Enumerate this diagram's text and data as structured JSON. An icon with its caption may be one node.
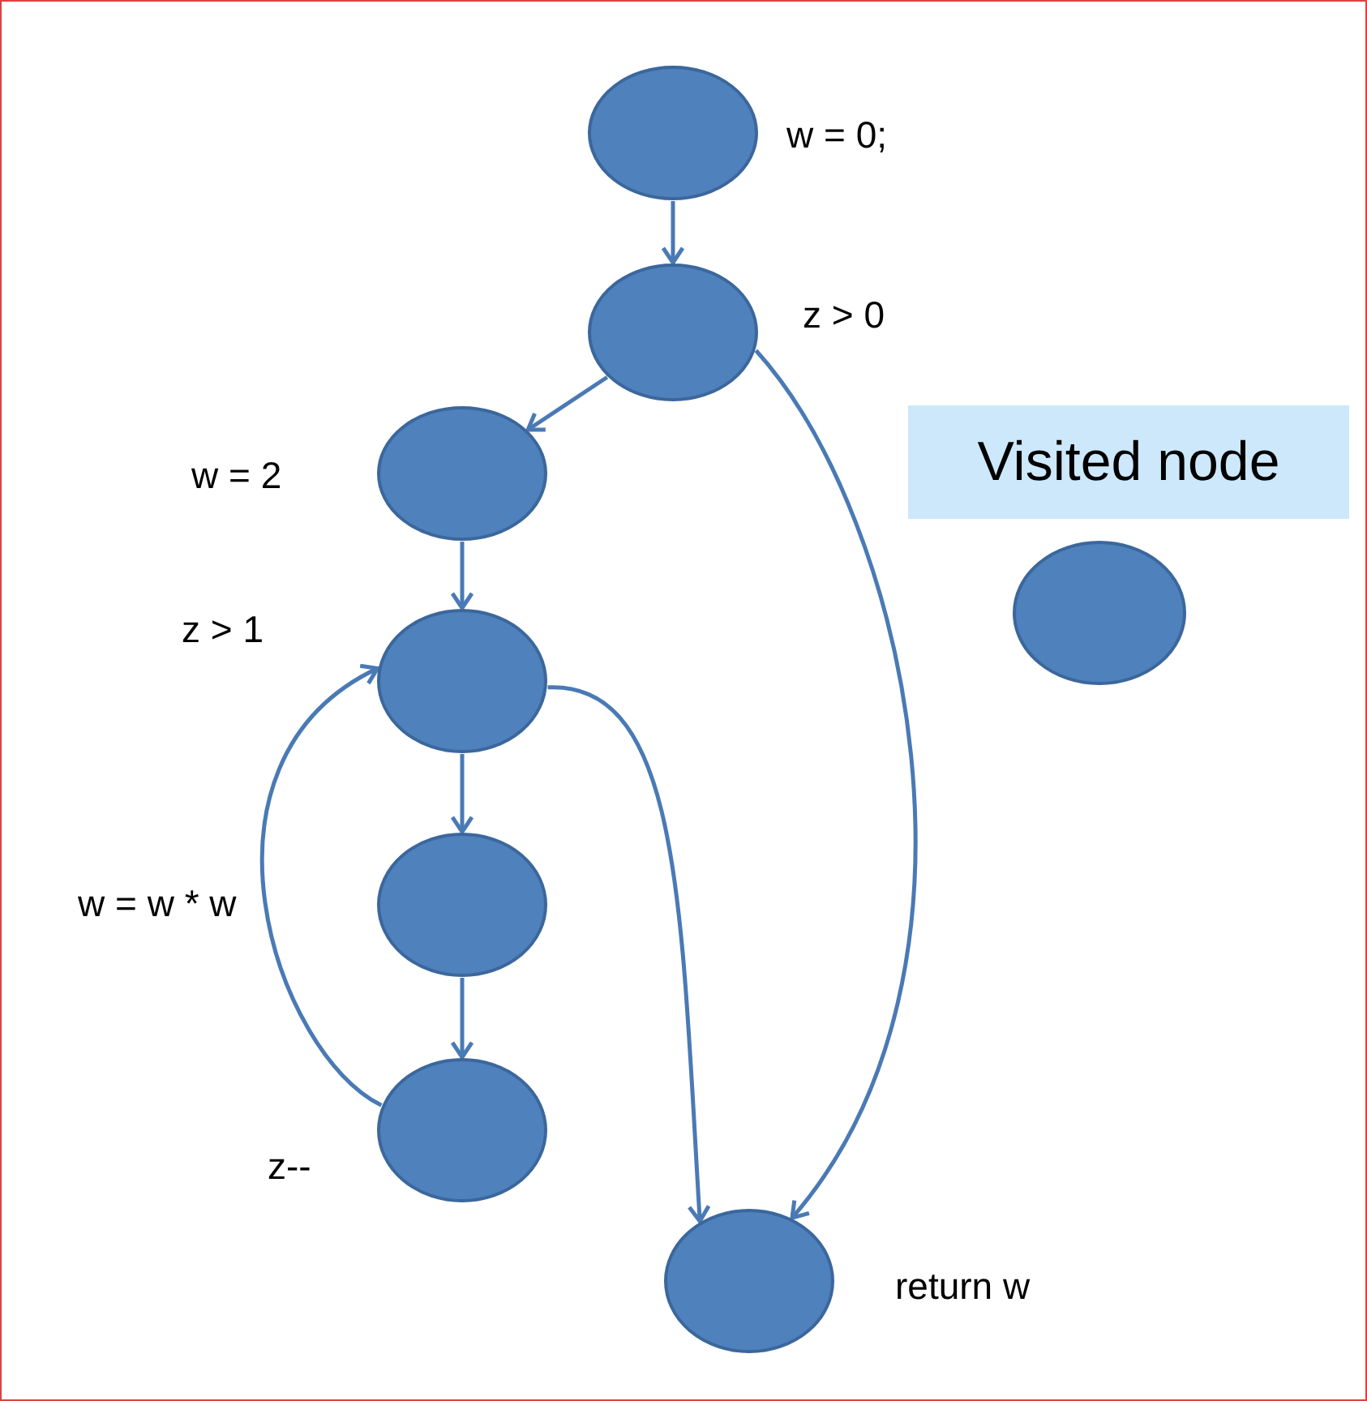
{
  "diagram": {
    "nodes": [
      {
        "text": [],
        "shape": "circle",
        "beside": [
          "w = 0;"
        ]
      },
      {
        "text": [],
        "shape": "circle",
        "beside": [
          "z > 0"
        ]
      },
      {
        "text": [],
        "shape": "circle",
        "beside": [
          "w = 2"
        ]
      },
      {
        "text": [],
        "shape": "circle",
        "beside": [
          "z > 1"
        ]
      },
      {
        "text": [],
        "shape": "circle",
        "beside": [
          "w = w * w"
        ]
      },
      {
        "text": [],
        "shape": "circle",
        "beside": [
          "z--"
        ]
      },
      {
        "text": [],
        "shape": "circle",
        "beside": [
          "return w"
        ]
      },
      {
        "text": [
          "Visited node"
        ]
      },
      {
        "text": [],
        "shape": "circle"
      }
    ],
    "edges": [
      {
        "from": 0,
        "to": 1,
        "arrow": "to"
      },
      {
        "from": 1,
        "to": 2,
        "arrow": "to"
      },
      {
        "from": 2,
        "to": 3,
        "arrow": "to"
      },
      {
        "from": 3,
        "to": 4,
        "arrow": "to"
      },
      {
        "from": 4,
        "to": 5,
        "arrow": "to"
      },
      {
        "from": 5,
        "to": 3,
        "arrow": "to"
      },
      {
        "from": 3,
        "to": 6,
        "arrow": "to"
      },
      {
        "from": 1,
        "to": 6,
        "arrow": "to"
      }
    ]
  }
}
